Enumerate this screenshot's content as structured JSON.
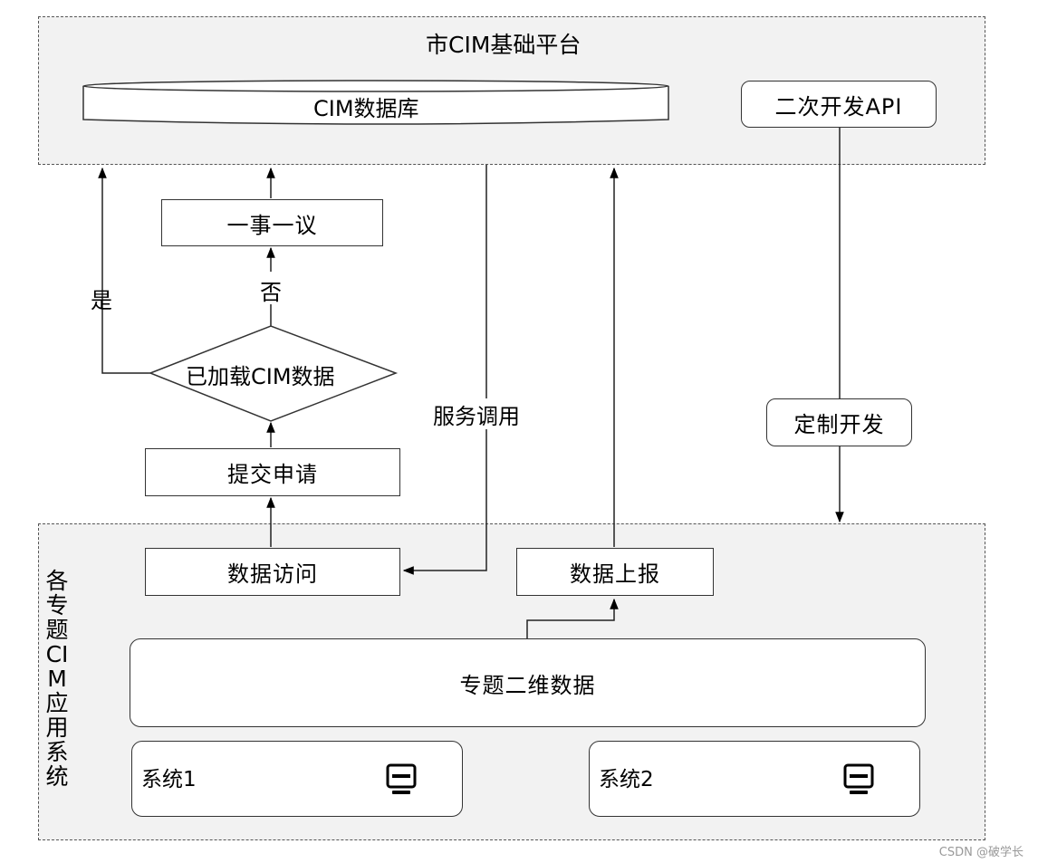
{
  "platform": {
    "title": "市CIM基础平台",
    "database": "CIM数据库",
    "api": "二次开发API"
  },
  "flow": {
    "one_case": "一事一议",
    "yes_label": "是",
    "no_label": "否",
    "decision": "已加载CIM数据",
    "submit": "提交申请",
    "service_call": "服务调用",
    "custom_dev": "定制开发"
  },
  "subsystem": {
    "title": "各专题CIM应用系统",
    "data_access": "数据访问",
    "data_report": "数据上报",
    "topic_2d_data": "专题二维数据",
    "system1": "系统1",
    "system2": "系统2"
  },
  "watermark": "CSDN @破学长"
}
